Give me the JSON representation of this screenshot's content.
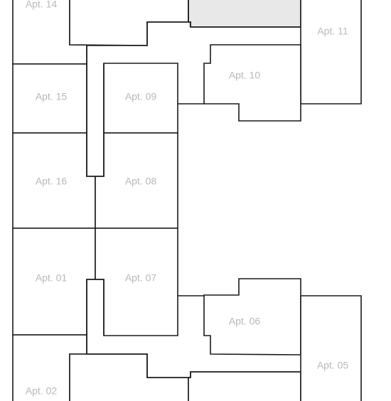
{
  "colors": {
    "wall": "#1a1a1a",
    "room_fill": "#ffffff",
    "highlight_fill": "#e8e8e8",
    "label": "#b8b8b8"
  },
  "apartments": [
    {
      "id": "apt-14",
      "label": "Apt. 14"
    },
    {
      "id": "apt-11",
      "label": "Apt. 11"
    },
    {
      "id": "apt-10",
      "label": "Apt. 10"
    },
    {
      "id": "apt-15",
      "label": "Apt. 15"
    },
    {
      "id": "apt-09",
      "label": "Apt. 09"
    },
    {
      "id": "apt-16",
      "label": "Apt. 16"
    },
    {
      "id": "apt-08",
      "label": "Apt. 08"
    },
    {
      "id": "apt-01",
      "label": "Apt. 01"
    },
    {
      "id": "apt-07",
      "label": "Apt. 07"
    },
    {
      "id": "apt-06",
      "label": "Apt. 06"
    },
    {
      "id": "apt-05",
      "label": "Apt. 05"
    },
    {
      "id": "apt-02",
      "label": "Apt. 02"
    }
  ]
}
